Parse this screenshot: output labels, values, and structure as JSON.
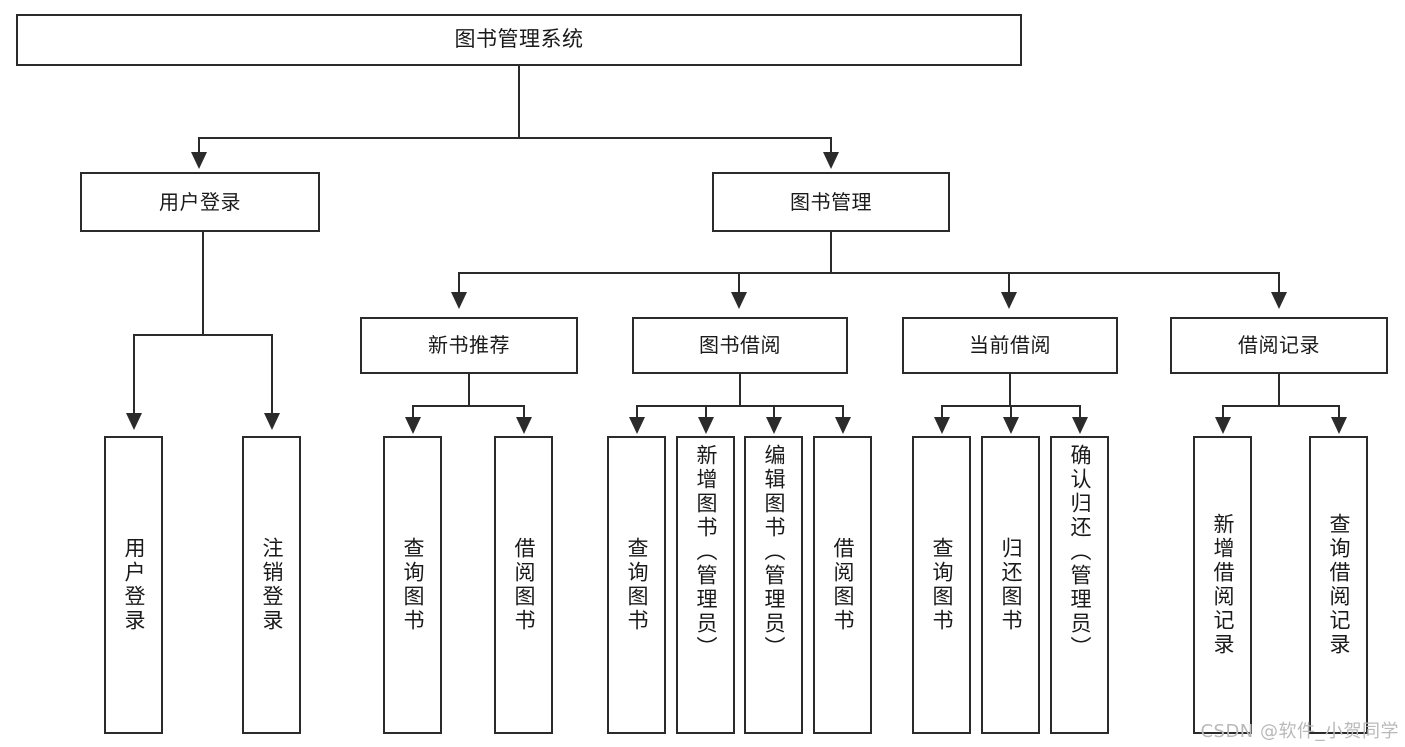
{
  "diagram": {
    "type": "tree-hierarchy",
    "title": "图书管理系统",
    "orientation": "top-down",
    "edge_style": "orthogonal-with-arrowheads",
    "colors": {
      "stroke": "#2b2b2b",
      "fill": "#ffffff",
      "text": "#1a1a1a",
      "watermark": "#b9b9b9"
    }
  },
  "nodes": {
    "root": {
      "label": "图书管理系统",
      "level": 1
    },
    "level2": [
      {
        "id": "user-login",
        "label": "用户登录"
      },
      {
        "id": "book-management",
        "label": "图书管理"
      }
    ],
    "level3": [
      {
        "id": "new-book-recommend",
        "label": "新书推荐",
        "parent": "book-management"
      },
      {
        "id": "book-borrow",
        "label": "图书借阅",
        "parent": "book-management"
      },
      {
        "id": "current-borrow",
        "label": "当前借阅",
        "parent": "book-management"
      },
      {
        "id": "borrow-record",
        "label": "借阅记录",
        "parent": "book-management"
      }
    ],
    "leaves": [
      {
        "id": "leaf-user-login",
        "label": "用户登录",
        "parent": "user-login"
      },
      {
        "id": "leaf-logout-login",
        "label": "注销登录",
        "parent": "user-login"
      },
      {
        "id": "leaf-query-book-1",
        "label": "查询图书",
        "parent": "new-book-recommend"
      },
      {
        "id": "leaf-borrow-book-1",
        "label": "借阅图书",
        "parent": "new-book-recommend"
      },
      {
        "id": "leaf-query-book-2",
        "label": "查询图书",
        "parent": "book-borrow"
      },
      {
        "id": "leaf-add-book",
        "label": "新增图书（管理员）",
        "parent": "book-borrow"
      },
      {
        "id": "leaf-edit-book",
        "label": "编辑图书（管理员）",
        "parent": "book-borrow"
      },
      {
        "id": "leaf-borrow-book-2",
        "label": "借阅图书",
        "parent": "book-borrow"
      },
      {
        "id": "leaf-query-book-3",
        "label": "查询图书",
        "parent": "current-borrow"
      },
      {
        "id": "leaf-return-book",
        "label": "归还图书",
        "parent": "current-borrow"
      },
      {
        "id": "leaf-confirm-return",
        "label": "确认归还（管理员）",
        "parent": "current-borrow"
      },
      {
        "id": "leaf-add-record",
        "label": "新增借阅记录",
        "parent": "borrow-record"
      },
      {
        "id": "leaf-query-record",
        "label": "查询借阅记录",
        "parent": "borrow-record"
      }
    ]
  },
  "watermark": {
    "text": "CSDN @软件_小贺同学"
  }
}
